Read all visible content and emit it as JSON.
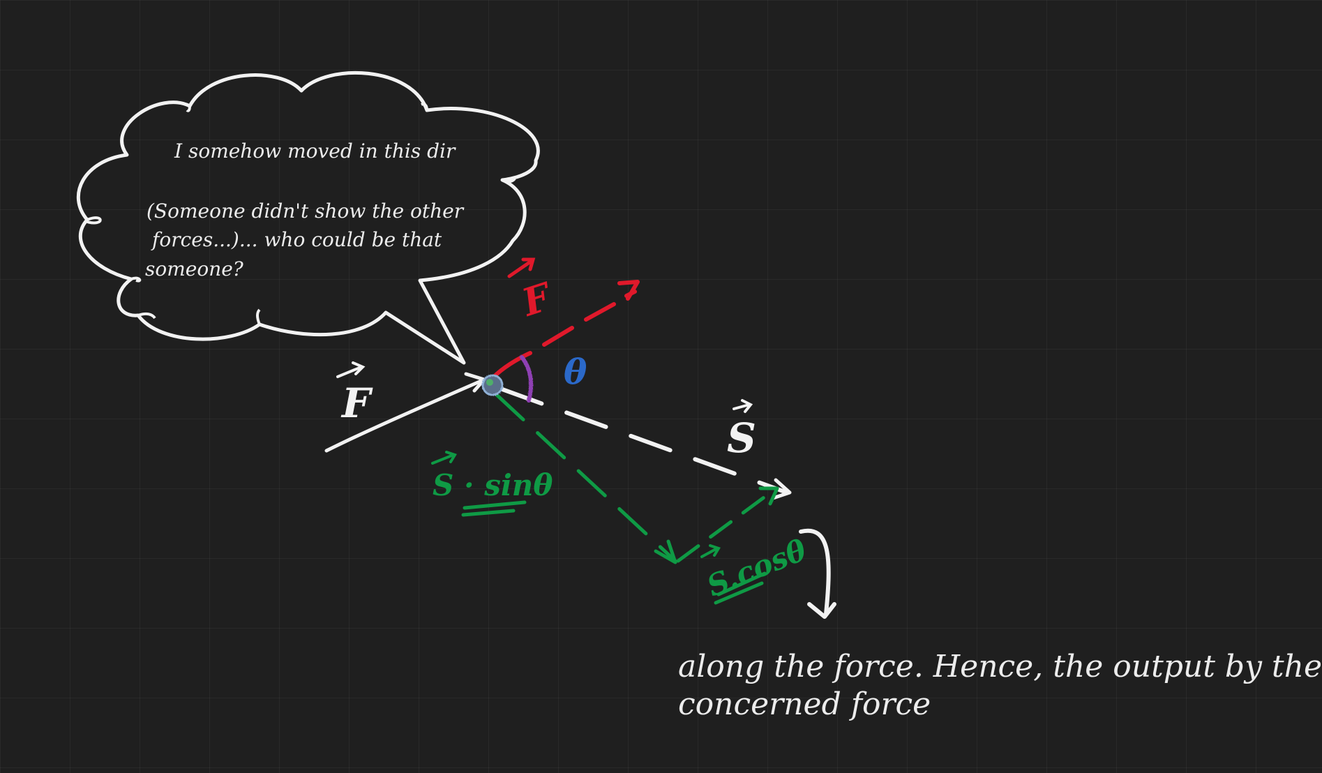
{
  "bubble": {
    "line1": "I somehow moved in this dir",
    "line2": "(Someone didn't show the other",
    "line3": "forces...)... who could be that",
    "line4": "someone?"
  },
  "labels": {
    "force": "F",
    "force_parallel": "F",
    "displacement": "S",
    "theta": "θ",
    "s_sin": "S · sinθ",
    "s_cos": "S.cosθ"
  },
  "caption": {
    "line1": "along the force. Hence, the output by the",
    "line2": "concerned force"
  },
  "colors": {
    "white": "#f2f2f2",
    "red": "#e0192b",
    "green": "#0f9a45",
    "blue": "#2b69c9",
    "purple": "#8e3fb3"
  }
}
